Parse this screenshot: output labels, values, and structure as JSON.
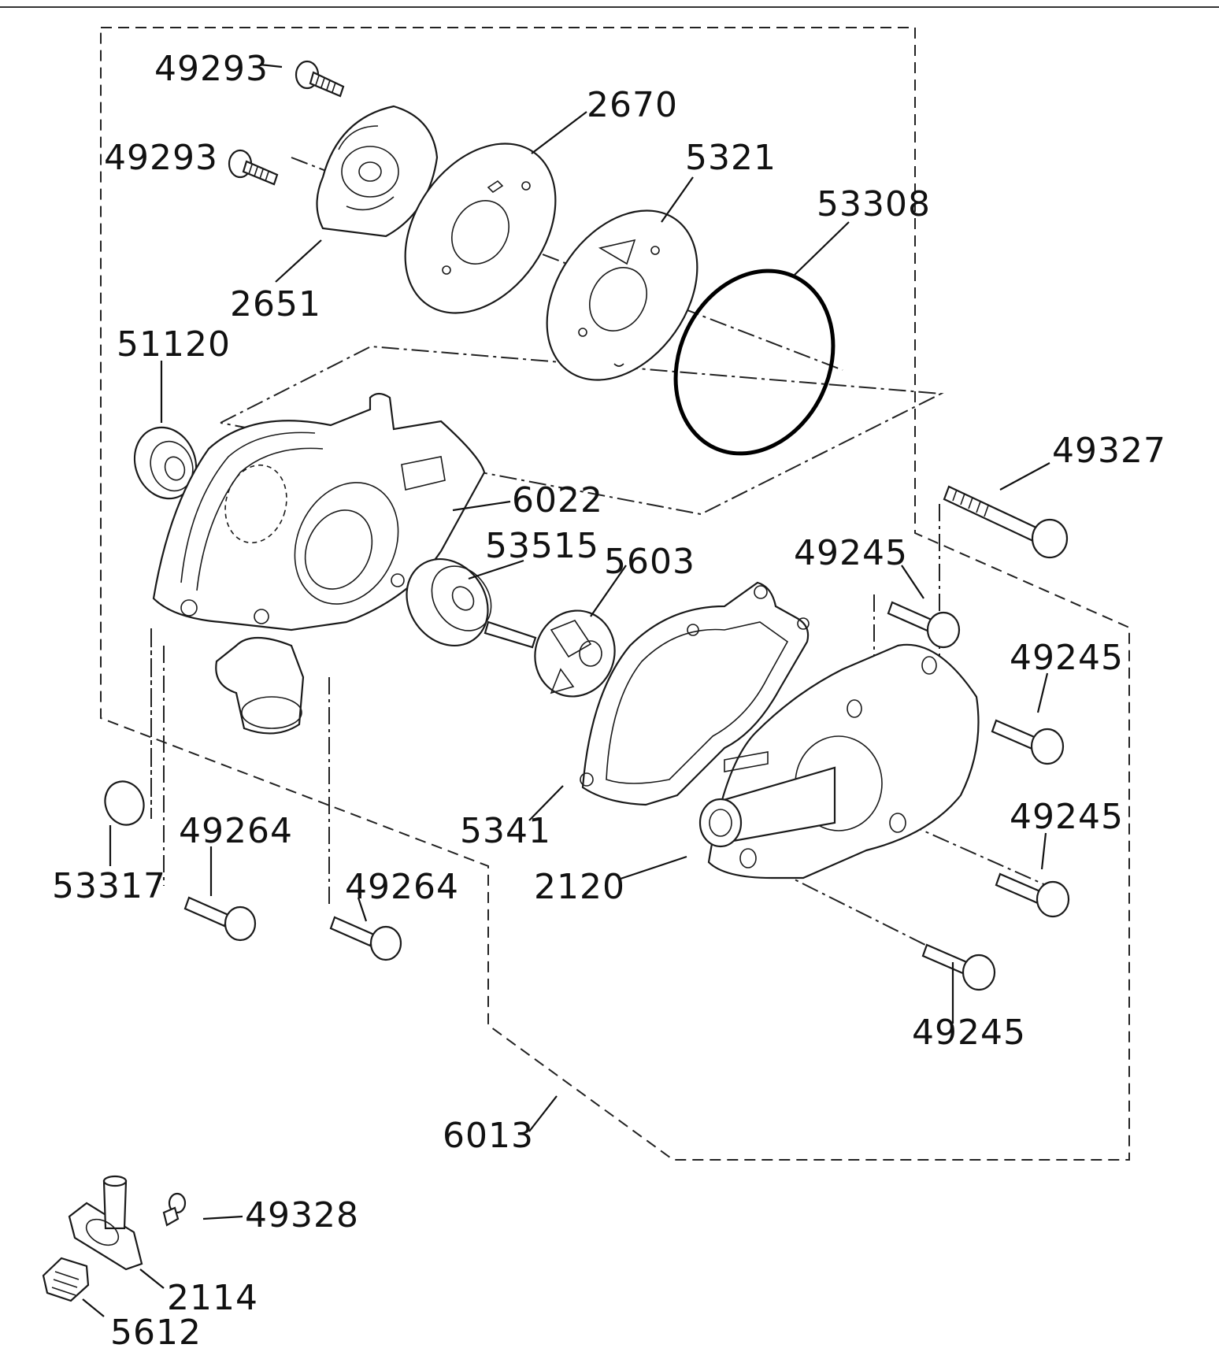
{
  "parts": {
    "p49293_top": "49293",
    "p49293_mid": "49293",
    "p2670": "2670",
    "p5321": "5321",
    "p53308": "53308",
    "p2651": "2651",
    "p51120": "51120",
    "p49327": "49327",
    "p6022": "6022",
    "p53515": "53515",
    "p5603": "5603",
    "p49245_a": "49245",
    "p49245_b": "49245",
    "p49245_c": "49245",
    "p49245_d": "49245",
    "p49264_left": "49264",
    "p49264_right": "49264",
    "p5341": "5341",
    "p2120": "2120",
    "p53317": "53317",
    "p6013": "6013",
    "p49328": "49328",
    "p2114": "2114",
    "p5612": "5612"
  },
  "colors": {
    "line": "#1a1a1a",
    "background": "#ffffff",
    "oring": "#000000"
  }
}
